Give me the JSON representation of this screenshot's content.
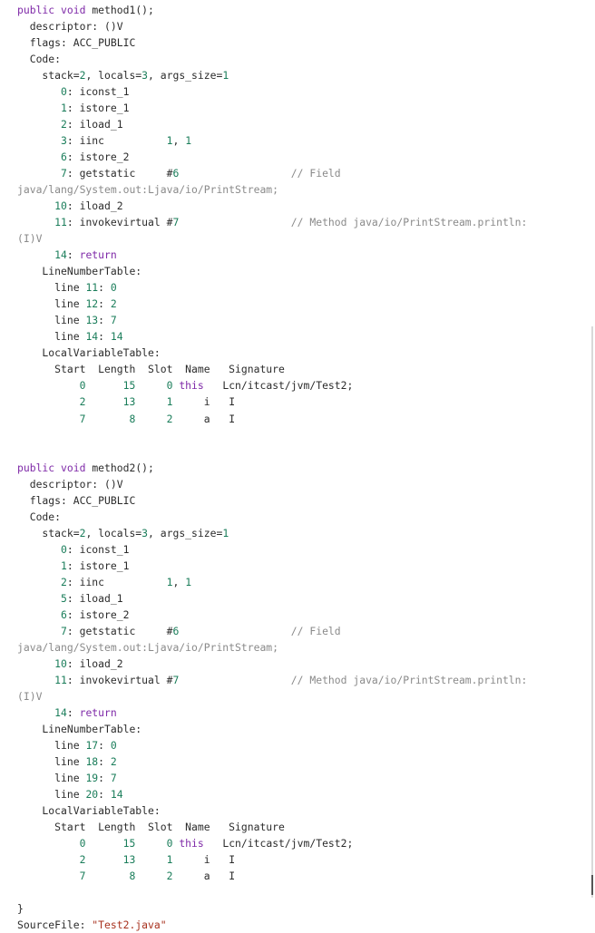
{
  "code_lines": [
    [
      [
        "public ",
        "kw"
      ],
      [
        "void ",
        "kw"
      ],
      [
        "method1();",
        ""
      ]
    ],
    [
      [
        "  descriptor: ()V",
        ""
      ]
    ],
    [
      [
        "  flags: ACC_PUBLIC",
        ""
      ]
    ],
    [
      [
        "  Code:",
        ""
      ]
    ],
    [
      [
        "    stack=",
        ""
      ],
      [
        "2",
        "num"
      ],
      [
        ", locals=",
        ""
      ],
      [
        "3",
        "num"
      ],
      [
        ", args_size=",
        ""
      ],
      [
        "1",
        "num"
      ]
    ],
    [
      [
        "       ",
        ""
      ],
      [
        "0",
        "num"
      ],
      [
        ": iconst_1",
        ""
      ]
    ],
    [
      [
        "       ",
        ""
      ],
      [
        "1",
        "num"
      ],
      [
        ": istore_1",
        ""
      ]
    ],
    [
      [
        "       ",
        ""
      ],
      [
        "2",
        "num"
      ],
      [
        ": iload_1",
        ""
      ]
    ],
    [
      [
        "       ",
        ""
      ],
      [
        "3",
        "num"
      ],
      [
        ": iinc          ",
        ""
      ],
      [
        "1",
        "num"
      ],
      [
        ", ",
        ""
      ],
      [
        "1",
        "num"
      ]
    ],
    [
      [
        "       ",
        ""
      ],
      [
        "6",
        "num"
      ],
      [
        ": istore_2",
        ""
      ]
    ],
    [
      [
        "       ",
        ""
      ],
      [
        "7",
        "num"
      ],
      [
        ": getstatic     #",
        ""
      ],
      [
        "6",
        "num"
      ],
      [
        "                  ",
        ""
      ],
      [
        "// Field",
        "cm"
      ]
    ],
    [
      [
        "java/lang/System.out:Ljava/io/PrintStream;",
        "cm"
      ]
    ],
    [
      [
        "      ",
        ""
      ],
      [
        "10",
        "num"
      ],
      [
        ": iload_2",
        ""
      ]
    ],
    [
      [
        "      ",
        ""
      ],
      [
        "11",
        "num"
      ],
      [
        ": invokevirtual #",
        ""
      ],
      [
        "7",
        "num"
      ],
      [
        "                  ",
        ""
      ],
      [
        "// Method java/io/PrintStream.println:",
        "cm"
      ]
    ],
    [
      [
        "(I)V",
        "cm"
      ]
    ],
    [
      [
        "      ",
        ""
      ],
      [
        "14",
        "num"
      ],
      [
        ": ",
        ""
      ],
      [
        "return",
        "kw"
      ]
    ],
    [
      [
        "    LineNumberTable:",
        ""
      ]
    ],
    [
      [
        "      line ",
        ""
      ],
      [
        "11",
        "num"
      ],
      [
        ": ",
        ""
      ],
      [
        "0",
        "num"
      ]
    ],
    [
      [
        "      line ",
        ""
      ],
      [
        "12",
        "num"
      ],
      [
        ": ",
        ""
      ],
      [
        "2",
        "num"
      ]
    ],
    [
      [
        "      line ",
        ""
      ],
      [
        "13",
        "num"
      ],
      [
        ": ",
        ""
      ],
      [
        "7",
        "num"
      ]
    ],
    [
      [
        "      line ",
        ""
      ],
      [
        "14",
        "num"
      ],
      [
        ": ",
        ""
      ],
      [
        "14",
        "num"
      ]
    ],
    [
      [
        "    LocalVariableTable:",
        ""
      ]
    ],
    [
      [
        "      Start  Length  Slot  Name   Signature",
        ""
      ]
    ],
    [
      [
        "          ",
        ""
      ],
      [
        "0",
        "num"
      ],
      [
        "      ",
        ""
      ],
      [
        "15",
        "num"
      ],
      [
        "     ",
        ""
      ],
      [
        "0",
        "num"
      ],
      [
        " ",
        ""
      ],
      [
        "this",
        "kw"
      ],
      [
        "   Lcn/itcast/jvm/Test2;",
        ""
      ]
    ],
    [
      [
        "          ",
        ""
      ],
      [
        "2",
        "num"
      ],
      [
        "      ",
        ""
      ],
      [
        "13",
        "num"
      ],
      [
        "     ",
        ""
      ],
      [
        "1",
        "num"
      ],
      [
        "     i   I",
        ""
      ]
    ],
    [
      [
        "          ",
        ""
      ],
      [
        "7",
        "num"
      ],
      [
        "       ",
        ""
      ],
      [
        "8",
        "num"
      ],
      [
        "     ",
        ""
      ],
      [
        "2",
        "num"
      ],
      [
        "     a   I",
        ""
      ]
    ],
    [
      [
        "",
        ""
      ]
    ],
    [
      [
        "",
        ""
      ]
    ],
    [
      [
        "public ",
        "kw"
      ],
      [
        "void ",
        "kw"
      ],
      [
        "method2();",
        ""
      ]
    ],
    [
      [
        "  descriptor: ()V",
        ""
      ]
    ],
    [
      [
        "  flags: ACC_PUBLIC",
        ""
      ]
    ],
    [
      [
        "  Code:",
        ""
      ]
    ],
    [
      [
        "    stack=",
        ""
      ],
      [
        "2",
        "num"
      ],
      [
        ", locals=",
        ""
      ],
      [
        "3",
        "num"
      ],
      [
        ", args_size=",
        ""
      ],
      [
        "1",
        "num"
      ]
    ],
    [
      [
        "       ",
        ""
      ],
      [
        "0",
        "num"
      ],
      [
        ": iconst_1",
        ""
      ]
    ],
    [
      [
        "       ",
        ""
      ],
      [
        "1",
        "num"
      ],
      [
        ": istore_1",
        ""
      ]
    ],
    [
      [
        "       ",
        ""
      ],
      [
        "2",
        "num"
      ],
      [
        ": iinc          ",
        ""
      ],
      [
        "1",
        "num"
      ],
      [
        ", ",
        ""
      ],
      [
        "1",
        "num"
      ]
    ],
    [
      [
        "       ",
        ""
      ],
      [
        "5",
        "num"
      ],
      [
        ": iload_1",
        ""
      ]
    ],
    [
      [
        "       ",
        ""
      ],
      [
        "6",
        "num"
      ],
      [
        ": istore_2",
        ""
      ]
    ],
    [
      [
        "       ",
        ""
      ],
      [
        "7",
        "num"
      ],
      [
        ": getstatic     #",
        ""
      ],
      [
        "6",
        "num"
      ],
      [
        "                  ",
        ""
      ],
      [
        "// Field",
        "cm"
      ]
    ],
    [
      [
        "java/lang/System.out:Ljava/io/PrintStream;",
        "cm"
      ]
    ],
    [
      [
        "      ",
        ""
      ],
      [
        "10",
        "num"
      ],
      [
        ": iload_2",
        ""
      ]
    ],
    [
      [
        "      ",
        ""
      ],
      [
        "11",
        "num"
      ],
      [
        ": invokevirtual #",
        ""
      ],
      [
        "7",
        "num"
      ],
      [
        "                  ",
        ""
      ],
      [
        "// Method java/io/PrintStream.println:",
        "cm"
      ]
    ],
    [
      [
        "(I)V",
        "cm"
      ]
    ],
    [
      [
        "      ",
        ""
      ],
      [
        "14",
        "num"
      ],
      [
        ": ",
        ""
      ],
      [
        "return",
        "kw"
      ]
    ],
    [
      [
        "    LineNumberTable:",
        ""
      ]
    ],
    [
      [
        "      line ",
        ""
      ],
      [
        "17",
        "num"
      ],
      [
        ": ",
        ""
      ],
      [
        "0",
        "num"
      ]
    ],
    [
      [
        "      line ",
        ""
      ],
      [
        "18",
        "num"
      ],
      [
        ": ",
        ""
      ],
      [
        "2",
        "num"
      ]
    ],
    [
      [
        "      line ",
        ""
      ],
      [
        "19",
        "num"
      ],
      [
        ": ",
        ""
      ],
      [
        "7",
        "num"
      ]
    ],
    [
      [
        "      line ",
        ""
      ],
      [
        "20",
        "num"
      ],
      [
        ": ",
        ""
      ],
      [
        "14",
        "num"
      ]
    ],
    [
      [
        "    LocalVariableTable:",
        ""
      ]
    ],
    [
      [
        "      Start  Length  Slot  Name   Signature",
        ""
      ]
    ],
    [
      [
        "          ",
        ""
      ],
      [
        "0",
        "num"
      ],
      [
        "      ",
        ""
      ],
      [
        "15",
        "num"
      ],
      [
        "     ",
        ""
      ],
      [
        "0",
        "num"
      ],
      [
        " ",
        ""
      ],
      [
        "this",
        "kw"
      ],
      [
        "   Lcn/itcast/jvm/Test2;",
        ""
      ]
    ],
    [
      [
        "          ",
        ""
      ],
      [
        "2",
        "num"
      ],
      [
        "      ",
        ""
      ],
      [
        "13",
        "num"
      ],
      [
        "     ",
        ""
      ],
      [
        "1",
        "num"
      ],
      [
        "     i   I",
        ""
      ]
    ],
    [
      [
        "          ",
        ""
      ],
      [
        "7",
        "num"
      ],
      [
        "       ",
        ""
      ],
      [
        "8",
        "num"
      ],
      [
        "     ",
        ""
      ],
      [
        "2",
        "num"
      ],
      [
        "     a   I",
        ""
      ]
    ],
    [
      [
        "",
        ""
      ]
    ],
    [
      [
        "}",
        ""
      ]
    ],
    [
      [
        "SourceFile: ",
        ""
      ],
      [
        "\"Test2.java\"",
        "str"
      ]
    ]
  ],
  "colors": {
    "keyword": "#7f2aa8",
    "number": "#1a7d5a",
    "string": "#a8321f",
    "comment": "#8a8a8a",
    "text": "#2b2b2b",
    "background": "#ffffff"
  }
}
